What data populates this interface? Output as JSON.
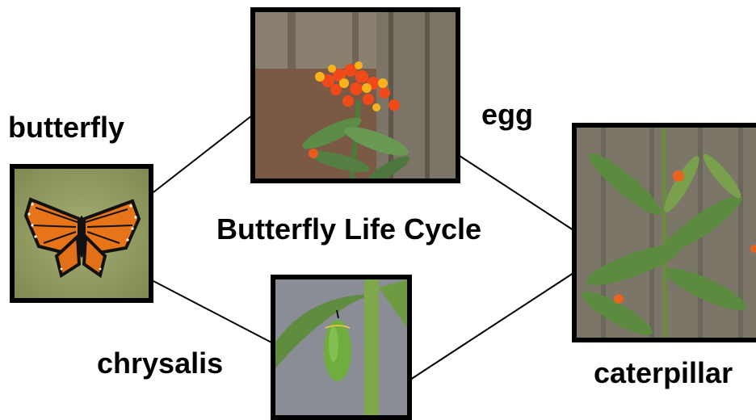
{
  "diagram": {
    "title": "Butterfly Life Cycle",
    "stages": {
      "butterfly": "butterfly",
      "egg": "egg",
      "caterpillar": "caterpillar",
      "chrysalis": "chrysalis"
    }
  },
  "colors": {
    "frame": "#000000",
    "connector": "#000000",
    "background": "#ffffff"
  }
}
